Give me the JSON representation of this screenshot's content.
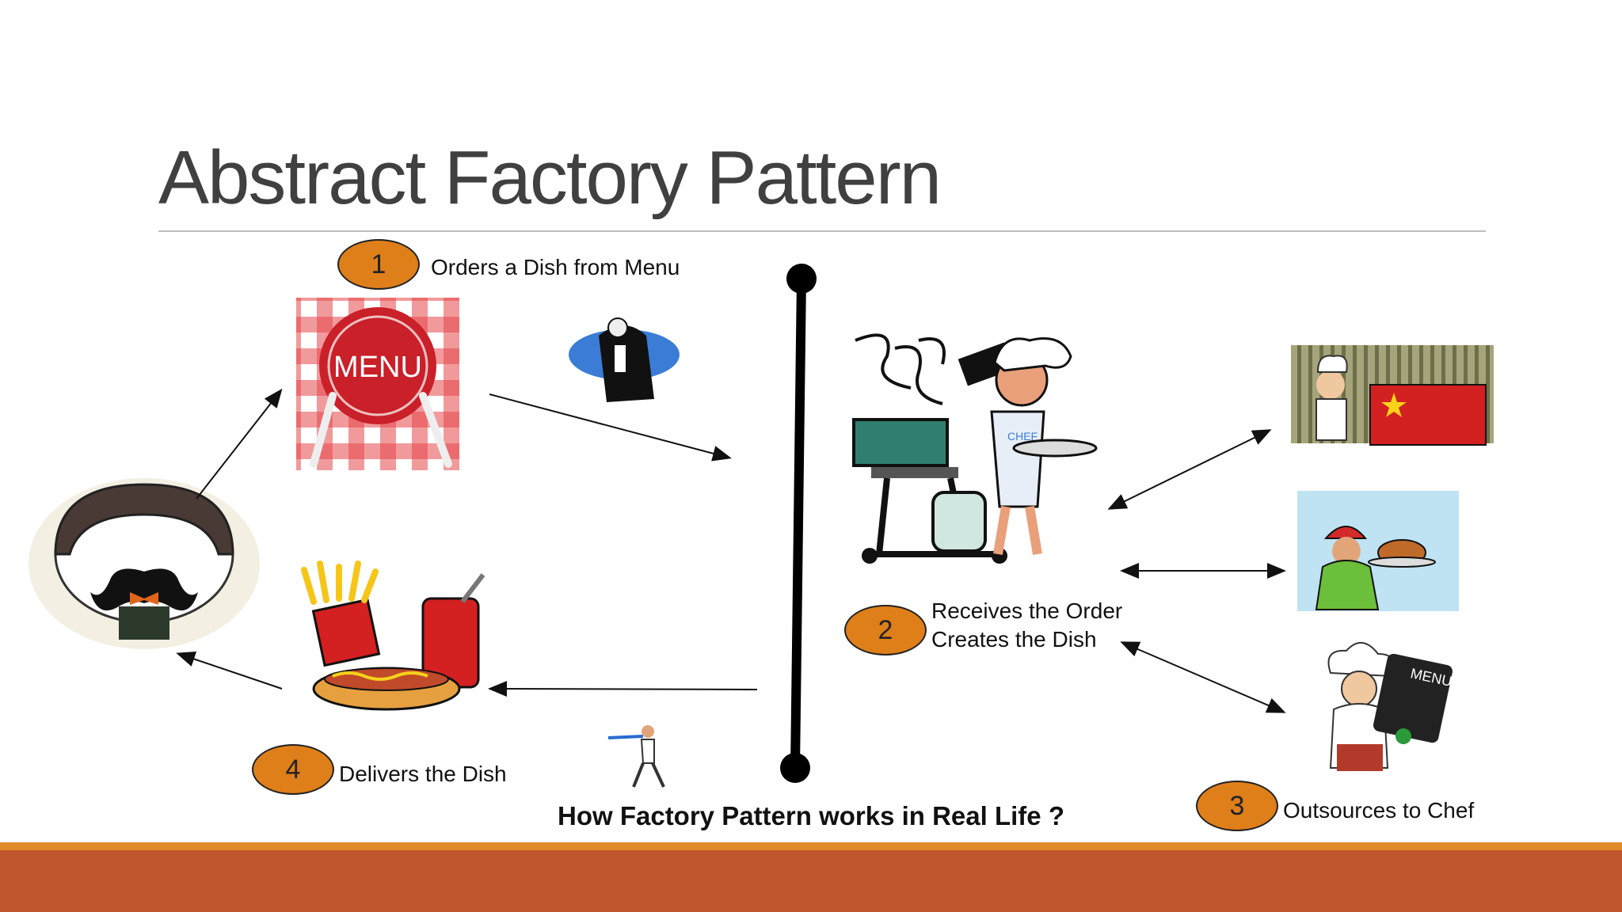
{
  "slide": {
    "title": "Abstract Factory Pattern",
    "caption": "How Factory Pattern works in Real Life ?"
  },
  "steps": [
    {
      "number": "1",
      "label": "Orders a Dish from Menu"
    },
    {
      "number": "2",
      "label_line1": "Receives the Order",
      "label_line2": "Creates the Dish"
    },
    {
      "number": "3",
      "label": "Outsources to Chef"
    },
    {
      "number": "4",
      "label": "Delivers the Dish"
    }
  ],
  "illustrations": {
    "menu_card": "MENU",
    "chef_board": "MENU",
    "grill_apron": "CHEF"
  },
  "colors": {
    "oval_fill": "#df7f1a",
    "band": "#c0562c",
    "band_accent": "#e08a2a",
    "title": "#404040"
  }
}
